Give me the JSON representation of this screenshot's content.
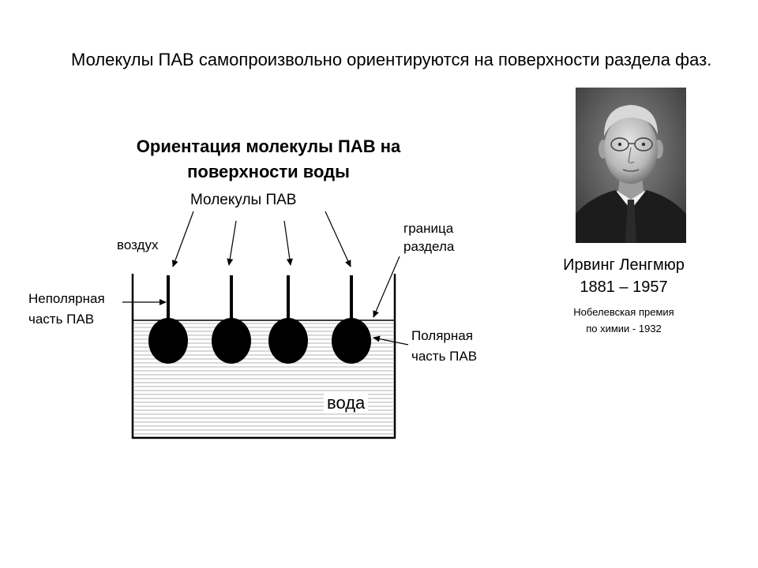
{
  "intro_text": "Молекулы ПАВ самопроизвольно ориентируются на поверхности раздела фаз.",
  "diagram": {
    "title": "Ориентация молекулы ПАВ на поверхности воды",
    "label_molecules": "Молекулы ПАВ",
    "label_air": "воздух",
    "label_boundary_1": "граница",
    "label_boundary_2": "раздела",
    "label_nonpolar_1": "Неполярная",
    "label_nonpolar_2": "часть ПАВ",
    "label_polar_1": "Полярная",
    "label_polar_2": "часть ПАВ",
    "label_water": "вода"
  },
  "person": {
    "name": "Ирвинг Ленгмюр",
    "years": "1881 – 1957",
    "award_1": "Нобелевская премия",
    "award_2": "по химии - 1932"
  }
}
